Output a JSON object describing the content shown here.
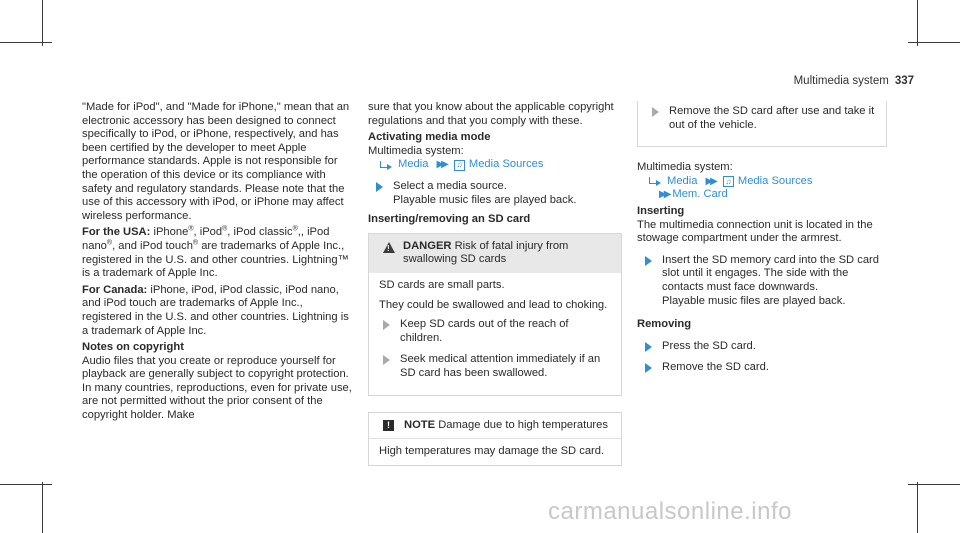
{
  "header": {
    "section": "Multimedia system",
    "page_number": "337"
  },
  "col1": {
    "p1": "\"Made for iPod\", and \"Made for iPhone,\" mean that an electronic accessory has been designed to connect specifically to iPod, or iPhone, respectively, and has been certified by the developer to meet Apple performance standards. Apple is not responsible for the operation of this device or its compliance with safety and regulatory standards. Please note that the use of this accessory with iPod, or iPhone may affect wireless performance.",
    "usa_label": "For the USA:",
    "usa_iphone": " iPhone",
    "usa_ipod": ", iPod",
    "usa_classic": ", iPod classic",
    "usa_nano": ", iPod nano",
    "usa_touch": ", and iPod touch",
    "usa_rest": " are trademarks of Apple Inc., registered in the U.S. and other countries. Lightning™ is a trademark of Apple Inc.",
    "reg": "®",
    "reg_end": ",",
    "canada_label": "For Canada:",
    "canada_text": " iPhone, iPod, iPod classic, iPod nano, and iPod touch are trademarks of Apple Inc., registered in the U.S. and other countries. Lightning is a trademark of Apple Inc.",
    "copyright_heading": "Notes on copyright",
    "copyright_text": "Audio files that you create or reproduce yourself for playback are generally subject to copyright protection. In many countries, reproductions, even for private use, are not permitted without the prior consent of the copyright holder. Make"
  },
  "col2": {
    "cont": "sure that you know about the applicable copyright regulations and that you comply with these.",
    "activating_heading": "Activating media mode",
    "ms_label": "Multimedia system:",
    "path_media": "Media",
    "path_sources": "Media Sources",
    "step_select": "Select a media source.",
    "step_select2": "Playable music files are played back.",
    "inserting_heading": "Inserting/removing an SD card",
    "danger": {
      "label": "DANGER",
      "title": "Risk of fatal injury from swallowing SD cards",
      "p1": "SD cards are small parts.",
      "p2": "They could be swallowed and lead to choking.",
      "s1": "Keep SD cards out of the reach of children.",
      "s2": "Seek medical attention immediately if an SD card has been swallowed."
    },
    "note": {
      "label": "NOTE",
      "title": "Damage due to high temperatures",
      "body": "High temperatures may damage the SD card."
    }
  },
  "col3": {
    "note_step": "Remove the SD card after use and take it out of the vehicle.",
    "ms_label": "Multimedia system:",
    "path_media": "Media",
    "path_sources": "Media Sources",
    "path_card": "Mem. Card",
    "inserting_label": "Inserting",
    "inserting_text": "The multimedia connection unit is located in the stowage compartment under the armrest.",
    "insert_step": "Insert the SD memory card into the SD card slot until it engages. The side with the contacts must face downwards.",
    "insert_step2": "Playable music files are played back.",
    "removing_label": "Removing",
    "remove_step1": "Press the SD card.",
    "remove_step2": "Remove the SD card."
  },
  "watermark": "carmanualsonline.info",
  "colors": {
    "accent": "#2f8ed4",
    "box_header": "#e8e8e8"
  }
}
